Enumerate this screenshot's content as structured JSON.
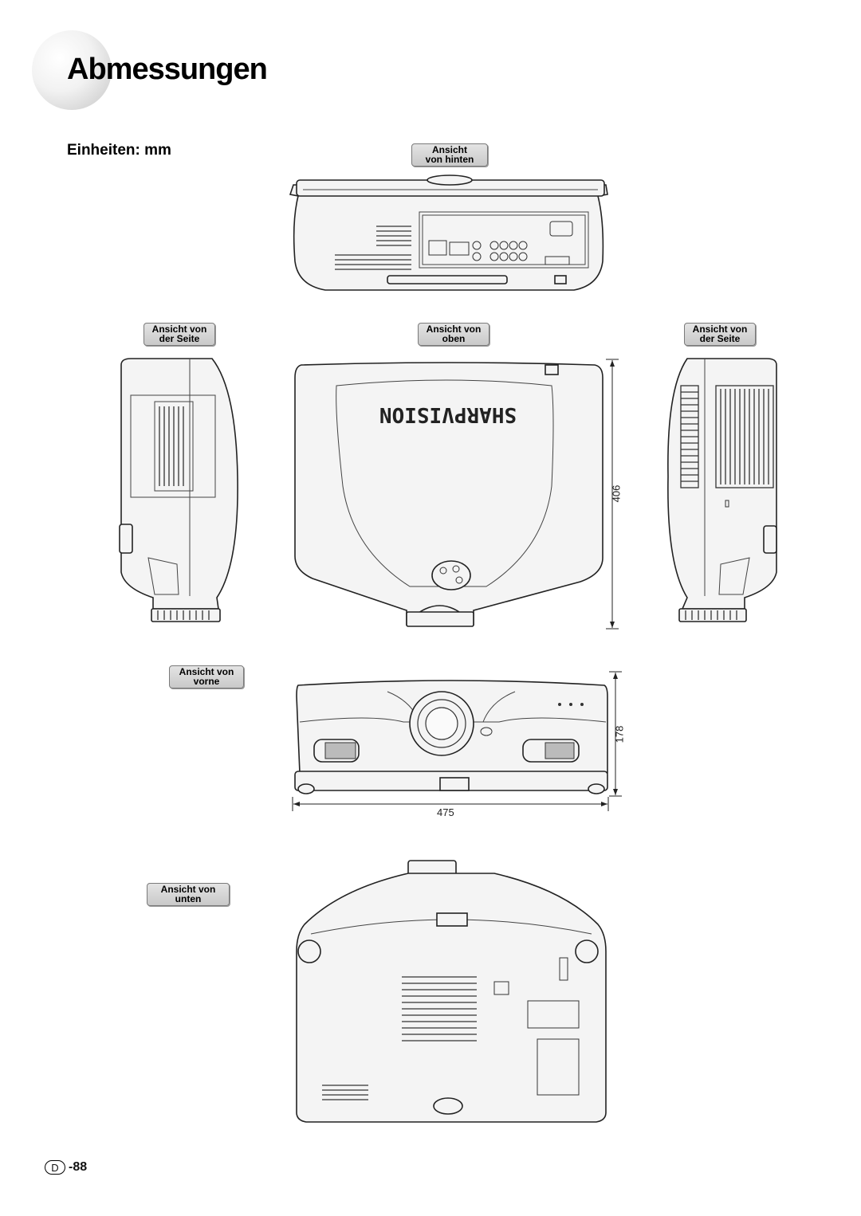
{
  "page": {
    "title": "Abmessungen",
    "subtitle": "Einheiten: mm",
    "page_prefix": "D",
    "page_number": "-88"
  },
  "views": {
    "back": {
      "line1": "Ansicht",
      "line2": "von hinten"
    },
    "side_left": {
      "line1": "Ansicht von",
      "line2": "der Seite"
    },
    "top": {
      "line1": "Ansicht von",
      "line2": "oben"
    },
    "side_right": {
      "line1": "Ansicht von",
      "line2": "der Seite"
    },
    "front": {
      "line1": "Ansicht von",
      "line2": "vorne"
    },
    "bottom": {
      "line1": "Ansicht von",
      "line2": "unten"
    }
  },
  "dimensions": {
    "depth": "406",
    "height": "178",
    "width": "475"
  },
  "brand": {
    "logo_text": "SHARPVISION"
  }
}
